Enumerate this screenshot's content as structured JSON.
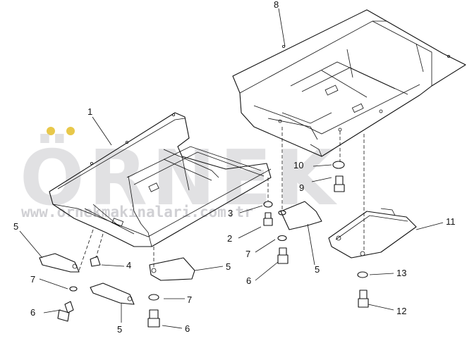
{
  "watermark": {
    "brand": "ÖRNEK",
    "url": "www.ornekmakinalari.com.tr",
    "accent_color": "#e8c84a"
  },
  "callouts": [
    {
      "id": "c1",
      "text": "1"
    },
    {
      "id": "c2",
      "text": "2"
    },
    {
      "id": "c3",
      "text": "3"
    },
    {
      "id": "c4",
      "text": "4"
    },
    {
      "id": "c5a",
      "text": "5"
    },
    {
      "id": "c5b",
      "text": "5"
    },
    {
      "id": "c5c",
      "text": "5"
    },
    {
      "id": "c5d",
      "text": "5"
    },
    {
      "id": "c6a",
      "text": "6"
    },
    {
      "id": "c6b",
      "text": "6"
    },
    {
      "id": "c6c",
      "text": "6"
    },
    {
      "id": "c7a",
      "text": "7"
    },
    {
      "id": "c7b",
      "text": "7"
    },
    {
      "id": "c7c",
      "text": "7"
    },
    {
      "id": "c8",
      "text": "8"
    },
    {
      "id": "c9",
      "text": "9"
    },
    {
      "id": "c10",
      "text": "10"
    },
    {
      "id": "c11",
      "text": "11"
    },
    {
      "id": "c12",
      "text": "12"
    },
    {
      "id": "c13",
      "text": "13"
    }
  ]
}
